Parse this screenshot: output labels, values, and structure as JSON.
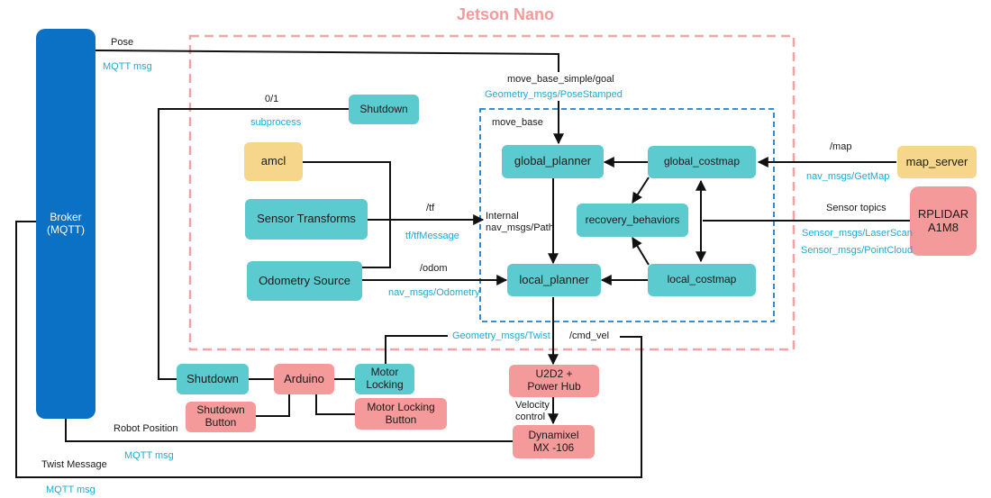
{
  "title": "Jetson Nano",
  "nodes": {
    "broker": "Broker\n(MQTT)",
    "shutdown_top": "Shutdown",
    "amcl": "amcl",
    "sensor_transforms": "Sensor Transforms",
    "odometry_source": "Odometry Source",
    "global_planner": "global_planner",
    "global_costmap": "global_costmap",
    "recovery_behaviors": "recovery_behaviors",
    "local_planner": "local_planner",
    "local_costmap": "local_costmap",
    "map_server": "map_server",
    "rplidar": "RPLIDAR\nA1M8",
    "shutdown_bottom": "Shutdown",
    "arduino": "Arduino",
    "motor_locking": "Motor\nLocking",
    "shutdown_button": "Shutdown\nButton",
    "motor_locking_button": "Motor Locking\nButton",
    "u2d2": "U2D2 +\nPower Hub",
    "dynamixel": "Dynamixel\nMX -106"
  },
  "labels": {
    "pose": "Pose",
    "mqtt_msg_1": "MQTT msg",
    "move_base_simple_goal": "move_base_simple/goal",
    "geometry_posestamped": "Geometry_msgs/PoseStamped",
    "zero_one": "0/1",
    "subprocess": "subprocess",
    "move_base": "move_base",
    "tf": "/tf",
    "tf_message": "tf/tfMessage",
    "internal_path": "Internal\nnav_msgs/Path",
    "odom": "/odom",
    "nav_msgs_odometry": "nav_msgs/Odometry",
    "map": "/map",
    "nav_msgs_getmap": "nav_msgs/GetMap",
    "sensor_topics": "Sensor topics",
    "laserscan": "Sensor_msgs/LaserScan",
    "pointcloud": "Sensor_msgs/PointCloud",
    "geometry_twist": "Geometry_msgs/Twist",
    "cmd_vel": "/cmd_vel",
    "velocity_control": "Velocity\ncontrol",
    "robot_position": "Robot Position",
    "mqtt_msg_2": "MQTT msg",
    "twist_message": "Twist Message",
    "mqtt_msg_3": "MQTT msg"
  },
  "colors": {
    "teal": "#5ccbcf",
    "yellow": "#f6d68a",
    "pink": "#f59a9a",
    "broker_blue": "#0b71c5",
    "jetson_border": "#f4a3a3",
    "move_base_border": "#1a7fd0",
    "message_type_text": "#22a9d4"
  }
}
